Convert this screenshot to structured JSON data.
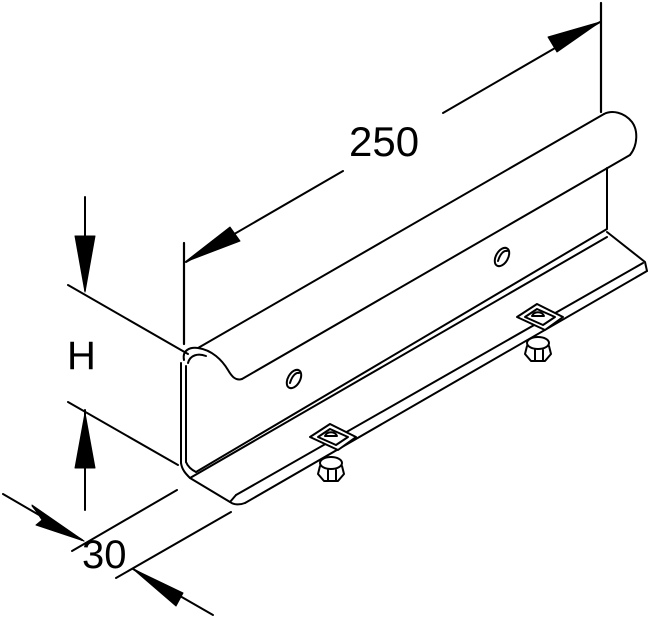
{
  "diagram": {
    "type": "isometric technical drawing",
    "subject": "C-profile rail with fastening brackets and bolts",
    "colors": {
      "stroke": "#000000",
      "background": "#ffffff"
    },
    "dimensions": {
      "length": {
        "label": "250"
      },
      "height": {
        "label": "H"
      },
      "depth": {
        "label": "30"
      }
    },
    "parts": [
      {
        "name": "rail-body",
        "description": "C-shaped profile with rolled top lip"
      },
      {
        "name": "mounting-holes",
        "count": 2
      },
      {
        "name": "fastening-brackets",
        "count": 2
      },
      {
        "name": "hex-bolts",
        "count": 2
      }
    ]
  }
}
